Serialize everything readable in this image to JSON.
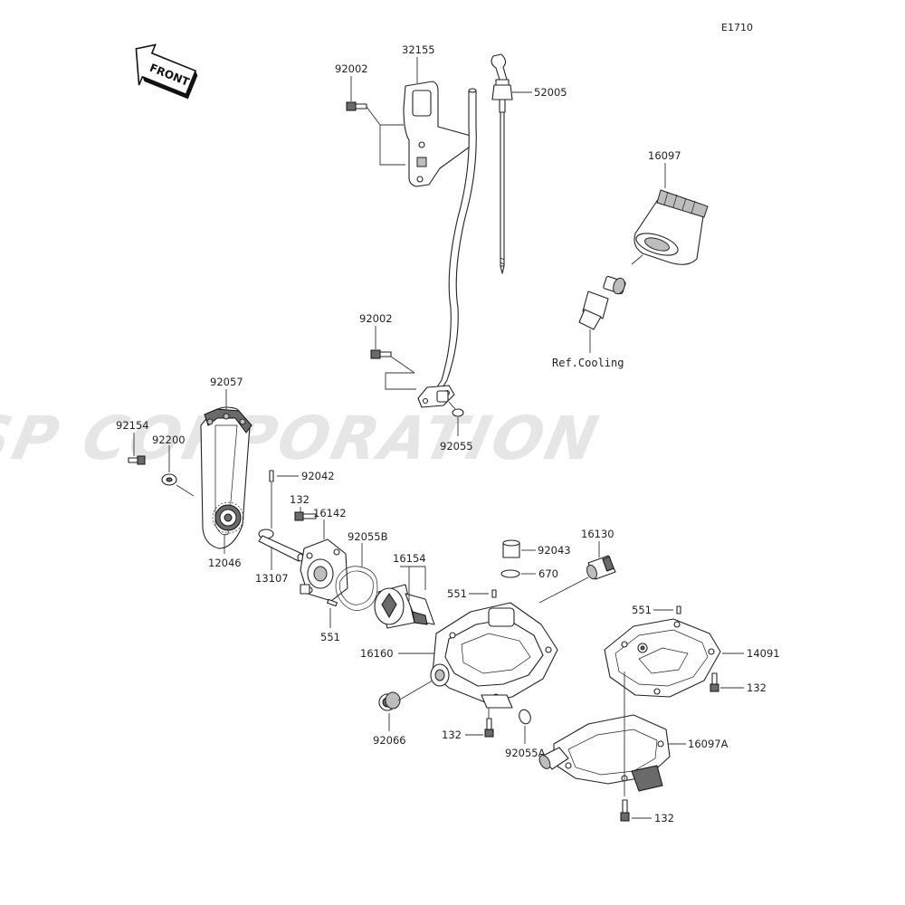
{
  "diagram_code": "E1710",
  "front_arrow_label": "FRONT",
  "watermark": "JSP CORPORATION",
  "reference_note": "Ref.Cooling",
  "parts": {
    "p32155": "32155",
    "p92002_top": "92002",
    "p52005": "52005",
    "p16097": "16097",
    "p92002_mid": "92002",
    "p92055": "92055",
    "p92057": "92057",
    "p92154": "92154",
    "p92200": "92200",
    "p92042": "92042",
    "p132_a": "132",
    "p16142": "16142",
    "p92055B": "92055B",
    "p12046": "12046",
    "p13107": "13107",
    "p16154": "16154",
    "p551_a": "551",
    "p92043": "92043",
    "p16130": "16130",
    "p670": "670",
    "p551_b": "551",
    "p551_c": "551",
    "p14091": "14091",
    "p16160": "16160",
    "p132_b": "132",
    "p92066": "92066",
    "p132_c": "132",
    "p92055A": "92055A",
    "p16097A": "16097A",
    "p132_d": "132"
  }
}
